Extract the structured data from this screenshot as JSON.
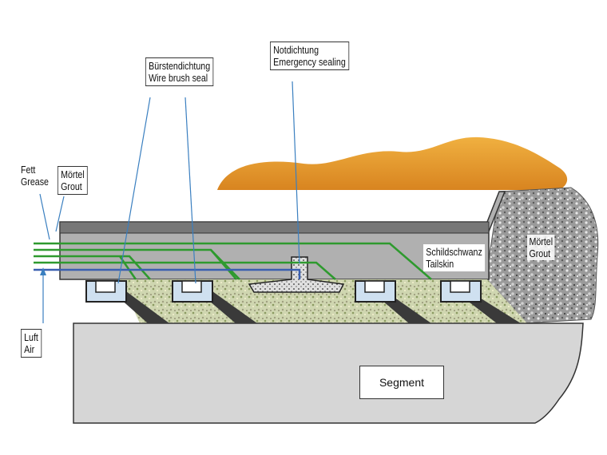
{
  "labels": {
    "wire_brush_seal": {
      "line1": "Bürstendichtung",
      "line2": "Wire brush seal"
    },
    "emergency_sealing": {
      "line1": "Notdichtung",
      "line2": "Emergency sealing"
    },
    "grease": {
      "line1": "Fett",
      "line2": "Grease"
    },
    "grout_left": {
      "line1": "Mörtel",
      "line2": "Grout"
    },
    "tailskin": {
      "line1": "Schildschwanz",
      "line2": "Tailskin"
    },
    "grout_right": {
      "line1": "Mörtel",
      "line2": "Grout"
    },
    "air": {
      "line1": "Luft",
      "line2": "Air"
    },
    "segment": "Segment"
  },
  "colors": {
    "soil": "#e89a3a",
    "steel": "#a8a8a8",
    "grease_line": "#2e9a2e",
    "air_line": "#3a5fb0",
    "leader": "#3a7fc0",
    "segment": "#d6d6d6"
  }
}
